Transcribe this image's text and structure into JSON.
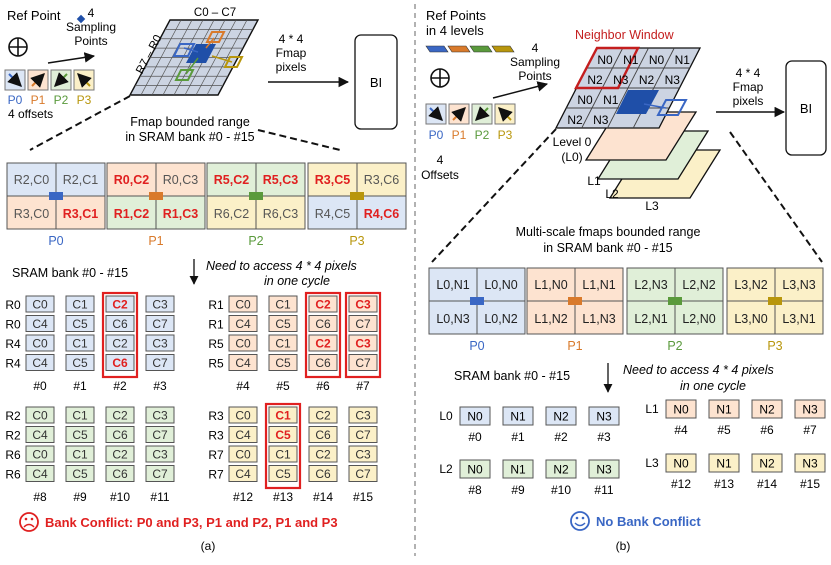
{
  "captions": {
    "a": "(a)",
    "b": "(b)"
  },
  "left": {
    "ref_point": "Ref Point",
    "sampling": [
      "4",
      "Sampling",
      "Points"
    ],
    "offsets_label": "4 offsets",
    "offset_labels": [
      "P0",
      "P1",
      "P2",
      "P3"
    ],
    "offset_colors": [
      "#3a67c4",
      "#d97a2b",
      "#5a9a3c",
      "#b8960c"
    ],
    "offset_fills": [
      "#dce6f5",
      "#fde3d0",
      "#e0efd8",
      "#fbf0c8"
    ],
    "rows_label": "R7 – R0",
    "cols_label": "C0 – C7",
    "fmap_pixels": [
      "4 * 4",
      "Fmap",
      "pixels"
    ],
    "bi": "BI",
    "bounded": [
      "Fmap bounded range",
      "in SRAM bank #0 - #15"
    ],
    "patches": [
      {
        "cells": [
          "R2,C0",
          "R2,C1",
          "R3,C0",
          "R3,C1"
        ],
        "red": [
          false,
          false,
          false,
          true
        ]
      },
      {
        "cells": [
          "R0,C2",
          "R0,C3",
          "R1,C2",
          "R1,C3"
        ],
        "red": [
          true,
          false,
          true,
          true
        ]
      },
      {
        "cells": [
          "R5,C2",
          "R5,C3",
          "R6,C2",
          "R6,C3"
        ],
        "red": [
          true,
          true,
          false,
          false
        ]
      },
      {
        "cells": [
          "R3,C5",
          "R3,C6",
          "R4,C5",
          "R4,C6"
        ],
        "red": [
          true,
          false,
          false,
          true
        ]
      }
    ],
    "sram_label": "SRAM bank #0 - #15",
    "need": [
      "Need to access 4 * 4 pixels",
      "in one cycle"
    ],
    "bank_groups": [
      {
        "rows": [
          "R0",
          "R0",
          "R4",
          "R4"
        ],
        "banks": [
          {
            "num": "#0",
            "cells": [
              "C0",
              "C4",
              "C0",
              "C4"
            ],
            "red": [
              false,
              false,
              false,
              false
            ]
          },
          {
            "num": "#1",
            "cells": [
              "C1",
              "C5",
              "C1",
              "C5"
            ],
            "red": [
              false,
              false,
              false,
              false
            ]
          },
          {
            "num": "#2",
            "cells": [
              "C2",
              "C6",
              "C2",
              "C6"
            ],
            "red": [
              true,
              false,
              false,
              true
            ],
            "conflict": true
          },
          {
            "num": "#3",
            "cells": [
              "C3",
              "C7",
              "C3",
              "C7"
            ],
            "red": [
              false,
              false,
              false,
              false
            ]
          }
        ]
      },
      {
        "rows": [
          "R1",
          "R1",
          "R5",
          "R5"
        ],
        "banks": [
          {
            "num": "#4",
            "cells": [
              "C0",
              "C4",
              "C0",
              "C4"
            ],
            "red": [
              false,
              false,
              false,
              false
            ]
          },
          {
            "num": "#5",
            "cells": [
              "C1",
              "C5",
              "C1",
              "C5"
            ],
            "red": [
              false,
              false,
              false,
              false
            ]
          },
          {
            "num": "#6",
            "cells": [
              "C2",
              "C6",
              "C2",
              "C6"
            ],
            "red": [
              true,
              false,
              true,
              false
            ],
            "conflict": true
          },
          {
            "num": "#7",
            "cells": [
              "C3",
              "C7",
              "C3",
              "C7"
            ],
            "red": [
              true,
              false,
              true,
              false
            ],
            "conflict": true
          }
        ]
      },
      {
        "rows": [
          "R2",
          "R2",
          "R6",
          "R6"
        ],
        "banks": [
          {
            "num": "#8",
            "cells": [
              "C0",
              "C4",
              "C0",
              "C4"
            ],
            "red": [
              false,
              false,
              false,
              false
            ]
          },
          {
            "num": "#9",
            "cells": [
              "C1",
              "C5",
              "C1",
              "C5"
            ],
            "red": [
              false,
              false,
              false,
              false
            ]
          },
          {
            "num": "#10",
            "cells": [
              "C2",
              "C6",
              "C2",
              "C6"
            ],
            "red": [
              false,
              false,
              false,
              false
            ]
          },
          {
            "num": "#11",
            "cells": [
              "C3",
              "C7",
              "C3",
              "C7"
            ],
            "red": [
              false,
              false,
              false,
              false
            ]
          }
        ]
      },
      {
        "rows": [
          "R3",
          "R3",
          "R7",
          "R7"
        ],
        "banks": [
          {
            "num": "#12",
            "cells": [
              "C0",
              "C4",
              "C0",
              "C4"
            ],
            "red": [
              false,
              false,
              false,
              false
            ]
          },
          {
            "num": "#13",
            "cells": [
              "C1",
              "C5",
              "C1",
              "C5"
            ],
            "red": [
              true,
              true,
              false,
              false
            ],
            "conflict": true
          },
          {
            "num": "#14",
            "cells": [
              "C2",
              "C6",
              "C2",
              "C6"
            ],
            "red": [
              false,
              false,
              false,
              false
            ]
          },
          {
            "num": "#15",
            "cells": [
              "C3",
              "C7",
              "C3",
              "C7"
            ],
            "red": [
              false,
              false,
              false,
              false
            ]
          }
        ]
      }
    ],
    "conflict_text": "Bank Conflict:  P0 and P3, P1 and P2, P1 and P3"
  },
  "right": {
    "ref_points": [
      "Ref Points",
      "in 4 levels"
    ],
    "sampling": [
      "4",
      "Sampling",
      "Points"
    ],
    "offsets": [
      "4",
      "Offsets"
    ],
    "neighbor": "Neighbor Window",
    "window_cells": [
      "N0",
      "N1",
      "N2",
      "N3"
    ],
    "level0": [
      "Level 0",
      "(L0)"
    ],
    "levels": [
      "L1",
      "L2",
      "L3"
    ],
    "fmap_pixels": [
      "4 * 4",
      "Fmap",
      "pixels"
    ],
    "bi": "BI",
    "bounded": [
      "Multi-scale fmaps bounded range",
      "in SRAM bank #0 - #15"
    ],
    "patches": [
      [
        "L0,N1",
        "L0,N0",
        "L0,N3",
        "L0,N2"
      ],
      [
        "L1,N0",
        "L1,N1",
        "L1,N2",
        "L1,N3"
      ],
      [
        "L2,N3",
        "L2,N2",
        "L2,N1",
        "L2,N0"
      ],
      [
        "L3,N2",
        "L3,N3",
        "L3,N0",
        "L3,N1"
      ]
    ],
    "sram_label": "SRAM bank #0 - #15",
    "need": [
      "Need to access 4 * 4 pixels",
      "in one cycle"
    ],
    "bank_rows": [
      {
        "level": "L0",
        "cells": [
          "N0",
          "N1",
          "N2",
          "N3"
        ],
        "nums": [
          "#0",
          "#1",
          "#2",
          "#3"
        ]
      },
      {
        "level": "L1",
        "cells": [
          "N0",
          "N1",
          "N2",
          "N3"
        ],
        "nums": [
          "#4",
          "#5",
          "#6",
          "#7"
        ]
      },
      {
        "level": "L2",
        "cells": [
          "N0",
          "N1",
          "N2",
          "N3"
        ],
        "nums": [
          "#8",
          "#9",
          "#10",
          "#11"
        ]
      },
      {
        "level": "L3",
        "cells": [
          "N0",
          "N1",
          "N2",
          "N3"
        ],
        "nums": [
          "#12",
          "#13",
          "#14",
          "#15"
        ]
      }
    ],
    "no_conflict_text": "No Bank Conflict",
    "level_fills": [
      "#dce6f5",
      "#fde3d0",
      "#e0efd8",
      "#fbf0c8"
    ]
  }
}
